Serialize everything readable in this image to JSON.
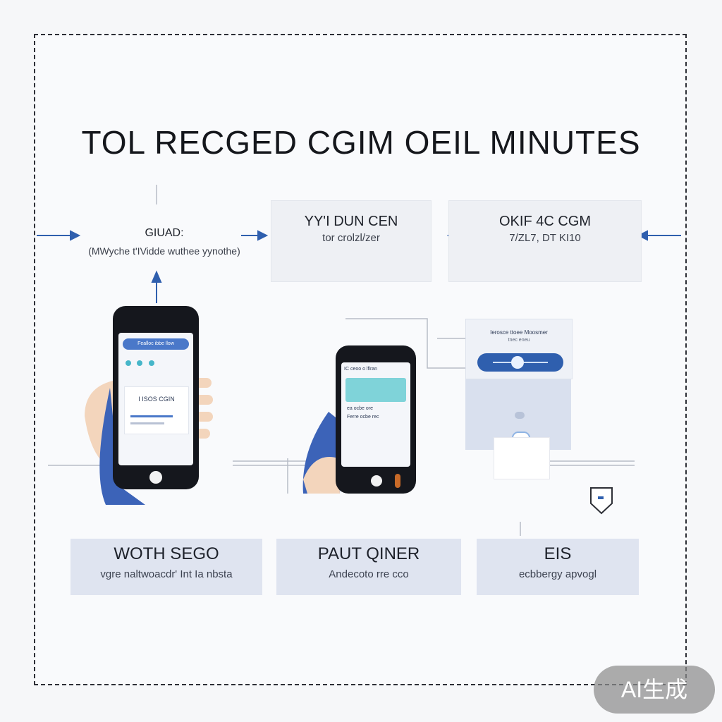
{
  "title": "TOL RECGED CGIM OEIL MINUTES",
  "steps_top": [
    {
      "line1": "GIUAD:",
      "line2": "(MWyche t'IVidde wuthee yynothe)"
    },
    {
      "line1": "YY'I DUN CEN",
      "line2": "tor crolzl/zer"
    },
    {
      "line1": "OKIF 4C CGM",
      "line2": "7/ZL7, DT KI10"
    }
  ],
  "steps_bottom": [
    {
      "title": "WOTH SEGO",
      "subtitle": "vgre naltwoacdr' Int Ia nbsta"
    },
    {
      "title": "PAUT QINER",
      "subtitle": "Andecoto rre cco"
    },
    {
      "title": "EIS",
      "subtitle": "ecbbergy apvogl"
    }
  ],
  "phone1": {
    "banner": "Fealloc ibbe llow",
    "card": "I ISOS CGIN"
  },
  "phone2": {
    "header": "IC ceoo o lfiran",
    "caption": "ea ocbe ore",
    "caption2": "Ferre ocbe rec"
  },
  "terminal": {
    "label": "Ierosce ttoee Moosmer",
    "sublabel": "tnec eneu"
  },
  "watermark": "AI生成",
  "colors": {
    "accent": "#2f5fae",
    "box": "#dfe4f0",
    "frame": "#2d2f36"
  }
}
